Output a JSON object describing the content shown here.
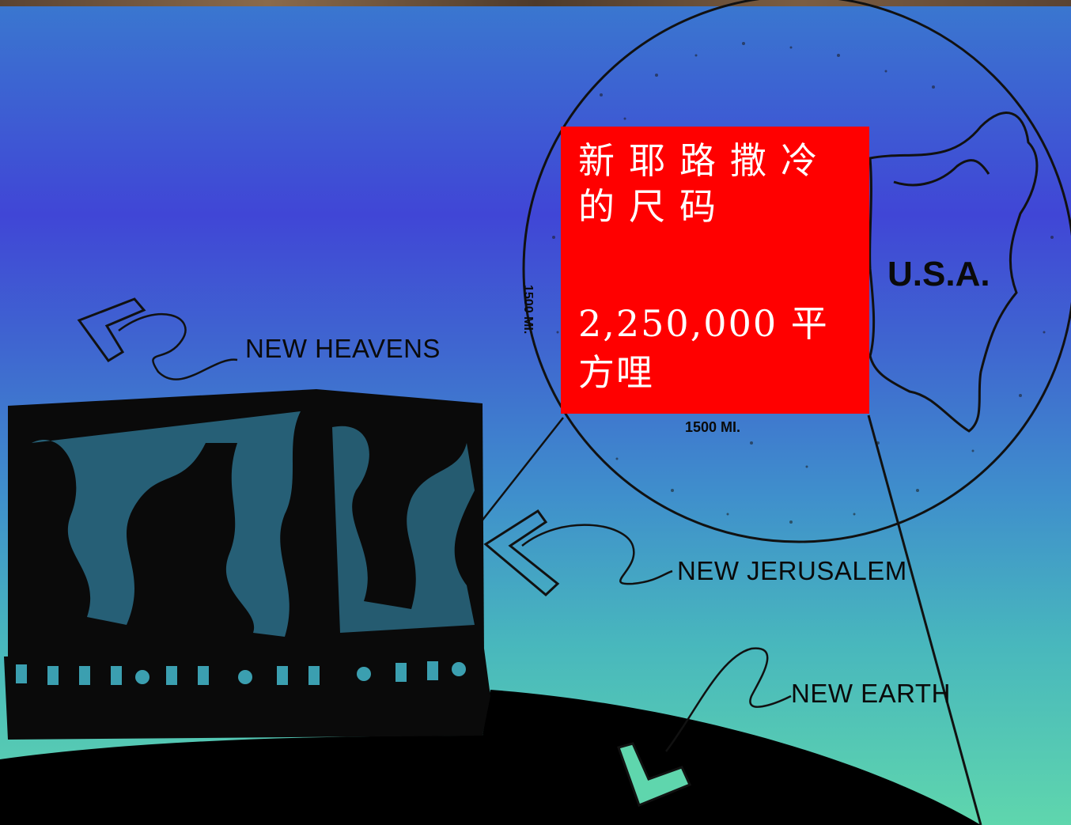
{
  "labels": {
    "new_heavens": "NEW HEAVENS",
    "new_jerusalem": "NEW JERUSALEM",
    "new_earth": "NEW EARTH"
  },
  "globe": {
    "country": "U.S.A.",
    "scale_side": "1500 MI.",
    "scale_bottom": "1500 MI."
  },
  "callout": {
    "title": "新耶路撒冷的尺码",
    "area": "2,250,000 平方哩"
  },
  "colors": {
    "callout_bg": "#ff0000",
    "ink": "#0a0a0a"
  }
}
